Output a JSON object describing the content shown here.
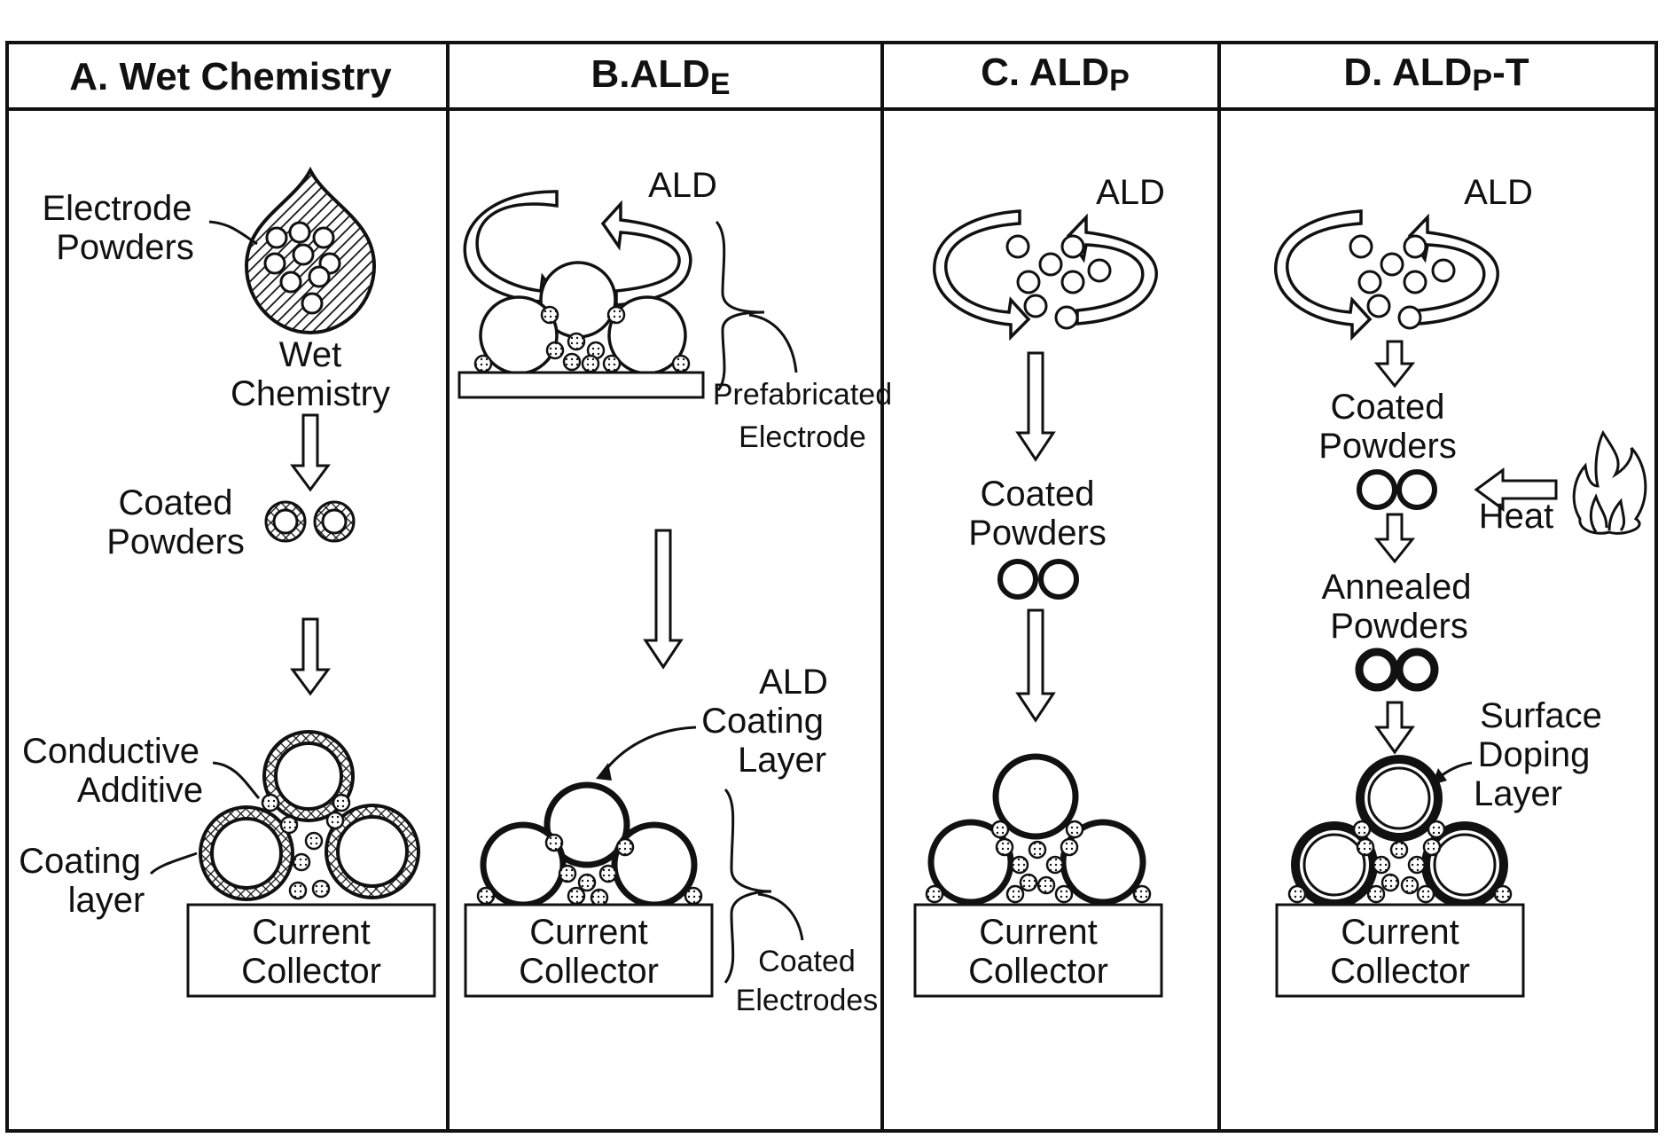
{
  "panels": {
    "a": {
      "title": "A. Wet Chemistry",
      "electrode_powders": [
        "Electrode",
        "Powders"
      ],
      "wet_chemistry": [
        "Wet",
        "Chemistry"
      ],
      "coated_powders": [
        "Coated",
        "Powders"
      ],
      "conductive_additive": [
        "Conductive",
        "Additive"
      ],
      "coating_layer": [
        "Coating",
        "layer"
      ],
      "current_collector": [
        "Current",
        "Collector"
      ]
    },
    "b": {
      "title_main": "B.ALD",
      "title_sub": "E",
      "ald": "ALD",
      "prefabricated_electrode": [
        "Prefabricated",
        "Electrode"
      ],
      "ald_coating_layer": [
        "ALD",
        "Coating",
        "Layer"
      ],
      "coated_electrodes": [
        "Coated",
        "Electrodes"
      ],
      "current_collector": [
        "Current",
        "Collector"
      ]
    },
    "c": {
      "title_main": "C. ALD",
      "title_sub": "P",
      "ald": "ALD",
      "coated_powders": [
        "Coated",
        "Powders"
      ],
      "current_collector": [
        "Current",
        "Collector"
      ]
    },
    "d": {
      "title_main": "D. ALD",
      "title_sub": "P",
      "title_suffix": "-T",
      "ald": "ALD",
      "coated_powders": [
        "Coated",
        "Powders"
      ],
      "heat": "Heat",
      "annealed_powders": [
        "Annealed",
        "Powders"
      ],
      "surface_doping_layer": [
        "Surface",
        "Doping",
        "Layer"
      ],
      "current_collector": [
        "Current",
        "Collector"
      ]
    }
  }
}
